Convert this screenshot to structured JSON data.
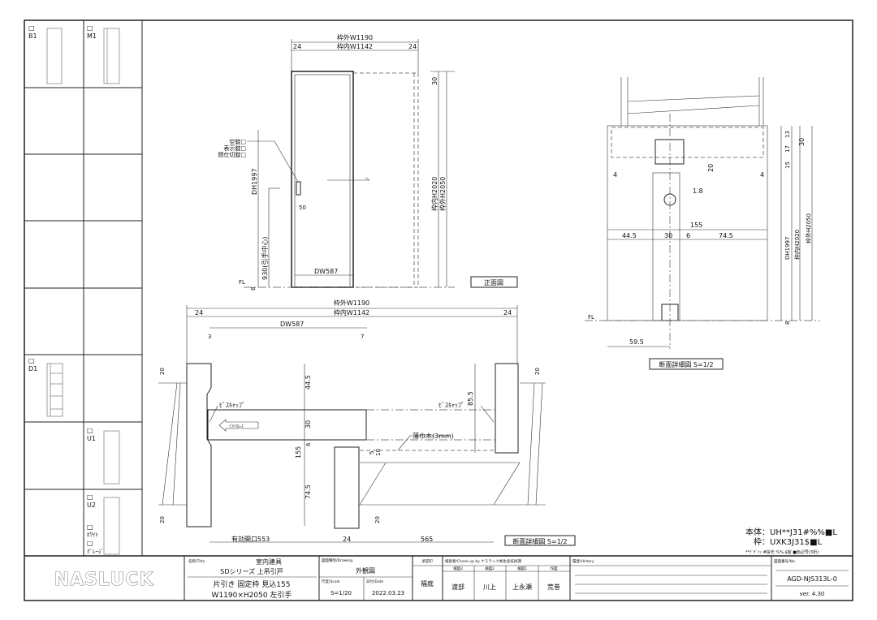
{
  "sidebar": {
    "panels": [
      {
        "code": "B1",
        "checkbox": "□"
      },
      {
        "code": "M1",
        "checkbox": "□"
      },
      {
        "code": "D1",
        "checkbox": "□"
      },
      {
        "code": "U1",
        "checkbox": "□"
      },
      {
        "code": "U2",
        "checkbox": "□"
      }
    ],
    "colors": [
      {
        "label": "ﾎﾜｲﾄ",
        "checkbox": "□"
      },
      {
        "label": "ｸﾞﾚｰｼﾞ",
        "checkbox": "□"
      }
    ]
  },
  "front_view": {
    "outer_width": "枠外W1190",
    "inner_width": "枠内W1142",
    "side_left": "24",
    "side_right": "24",
    "top_gap": "30",
    "inner_height": "枠内H2020",
    "outer_height": "枠外H2050",
    "door_height": "DH1997",
    "handle_height": "930(引手中心)",
    "handle_offset": "50",
    "door_width": "DW587",
    "floor": "FL",
    "floor_gap": "8",
    "lock_options": [
      "空錠□",
      "表示錠□",
      "間仕切錠□"
    ],
    "label": "正面図"
  },
  "plan_view": {
    "outer_width": "枠外W1190",
    "inner_width": "枠内W1142",
    "side_left": "24",
    "side_right": "24",
    "door_width": "DW587",
    "dim_3": "3",
    "dim_7": "7",
    "dims_vertical": [
      "20",
      "44.5",
      "30",
      "6",
      "155",
      "74.5",
      "20",
      "20",
      "20",
      "85.5",
      "5",
      "10"
    ],
    "screw_cap_left": "ﾋﾞｽｷｬｯﾌﾟ",
    "screw_cap_right": "ﾋﾞｽｷｬｯﾌﾟ",
    "soft_close": "ｿﾌﾄｸﾛｰｽﾞ",
    "baseboard": "薄巾木(3mm)",
    "effective_opening": "有効開口553",
    "mid": "24",
    "right": "565",
    "label": "断面詳細図 S=1/2"
  },
  "section_view": {
    "dims_right": [
      "13",
      "17",
      "30",
      "15"
    ],
    "dim_20": "20",
    "dim_1_8": "1.8",
    "dim_4l": "4",
    "dim_4r": "4",
    "total": "155",
    "parts": [
      "44.5",
      "30",
      "6",
      "74.5"
    ],
    "bottom": "59.5",
    "door_height": "DH1997",
    "inner_height": "枠内H2020",
    "outer_height": "枠外H2050",
    "floor_gap": "8",
    "floor": "FL",
    "label": "断面詳細図 S=1/2"
  },
  "spec": {
    "body": "本体：UH**J31#%%■L",
    "frame": "枠：UXK3J31$■L",
    "legend": "**ﾃﾞｻﾞｲﾝ #採光 %%,$錠 ■色記号(3桁)"
  },
  "title_block": {
    "logo": "NASLUCK",
    "title_label": "名称/Title",
    "title_line1": "室内建具",
    "title_line2": "SDシリーズ 上吊引戸",
    "title_line3": "片引き 固定枠 見込155",
    "title_line4": "W1190×H2050 左引手",
    "drawing_label": "図面種別/Drawing",
    "drawing_value": "外観図",
    "scale_label": "尺度/Scale",
    "scale_value": "S=1/20",
    "date_label": "日付/Date",
    "date_value": "2022.03.23",
    "approval_label": "承認印",
    "approval_value": "福庭",
    "check_label": "検査者/Check up by ナスラック㈱生産技術課",
    "checkers": [
      {
        "role": "検図3",
        "name": "渡部"
      },
      {
        "role": "検図2",
        "name": "川上"
      },
      {
        "role": "検図1",
        "name": "上永瀬"
      },
      {
        "role": "作図",
        "name": "荒巻"
      }
    ],
    "history_label": "履歴/History",
    "number_label": "図面番号/No.",
    "number_value": "AGD-NJS313L-0",
    "version": "ver. 4.30"
  }
}
